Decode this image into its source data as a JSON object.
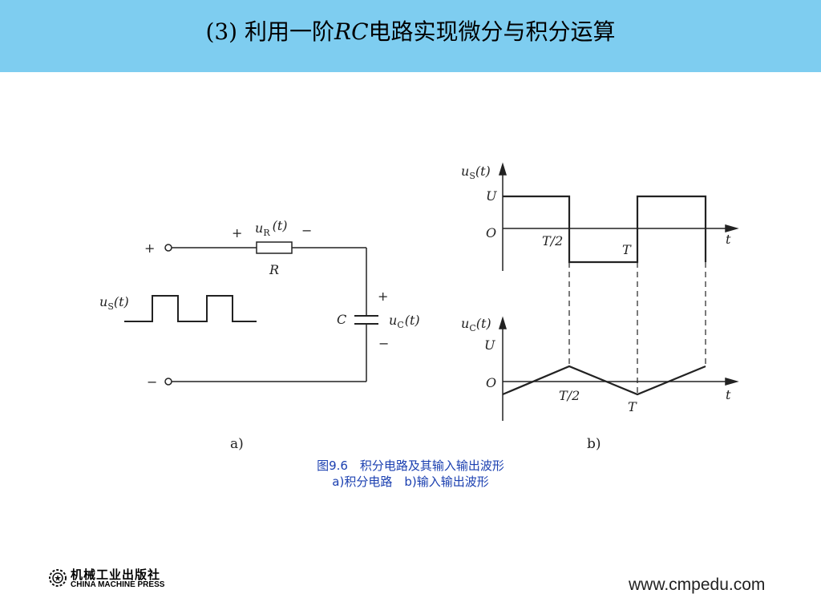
{
  "slide": {
    "title_num": "(3)",
    "title_a": "利用一阶",
    "title_rc": "RC",
    "title_b": "电路实现微分与积分运算"
  },
  "circuit": {
    "plus": "+",
    "minus": "−",
    "uR": "u",
    "uR_sub": "R",
    "uR_arg": "(t)",
    "R": "R",
    "C": "C",
    "uC": "u",
    "uC_sub": "C",
    "uC_arg": "(t)",
    "uS": "u",
    "uS_sub": "S",
    "uS_arg": "(t)",
    "label": "a)"
  },
  "waveforms": {
    "top_axis": {
      "name": "u",
      "sub": "S",
      "arg": "(t)"
    },
    "bottom_axis": {
      "name": "u",
      "sub": "C",
      "arg": "(t)"
    },
    "U": "U",
    "O": "O",
    "t": "t",
    "T_half": "T/2",
    "T": "T",
    "label": "b)"
  },
  "caption": {
    "line1": "图9.6　积分电路及其输入输出波形",
    "line2": "a)积分电路　b)输入输出波形"
  },
  "publisher": {
    "name_cn": "机械工业出版社",
    "name_en": "CHINA MACHINE PRESS"
  },
  "footer": {
    "url": "www.cmpedu.com"
  }
}
